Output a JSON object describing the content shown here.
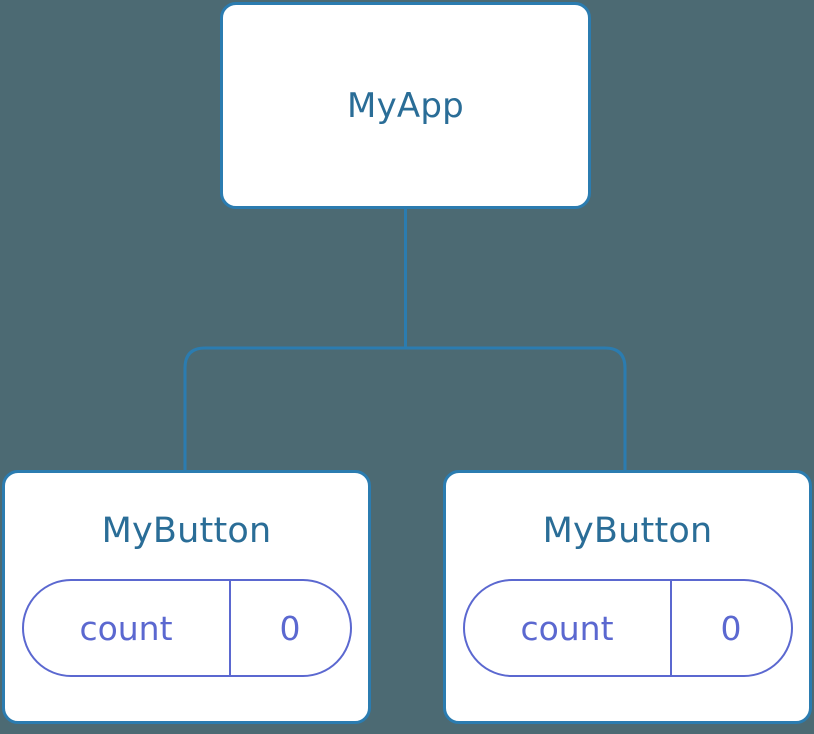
{
  "diagram": {
    "type": "component-tree",
    "background_color": "#4c6a73",
    "node_border_color": "#2b7cb0",
    "node_fill_color": "#ffffff",
    "node_label_color": "#2a6d97",
    "state_pill_color": "#5b68d0",
    "connector_color": "#2b7cb0"
  },
  "root": {
    "label": "MyApp"
  },
  "children": [
    {
      "label": "MyButton",
      "state": {
        "key": "count",
        "value": "0"
      }
    },
    {
      "label": "MyButton",
      "state": {
        "key": "count",
        "value": "0"
      }
    }
  ]
}
